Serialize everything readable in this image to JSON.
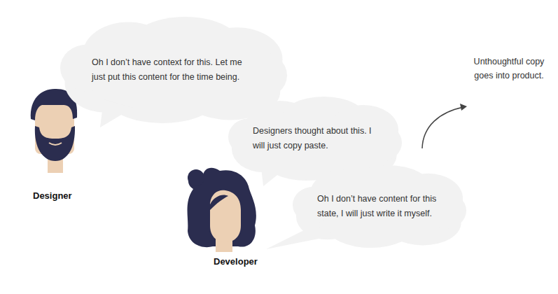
{
  "diagram": {
    "nodes": [
      {
        "text": [
          "Oh I don’t have context for this. Let me just put this content for the time being."
        ]
      },
      {
        "text": [
          "Designers thought about this. I will just copy paste."
        ]
      },
      {
        "text": [
          "Oh I don’t have content for this state, I will just write it myself."
        ]
      }
    ],
    "labels": [
      "Designer",
      "Developer",
      "Unthoughtful copy goes into product."
    ]
  }
}
